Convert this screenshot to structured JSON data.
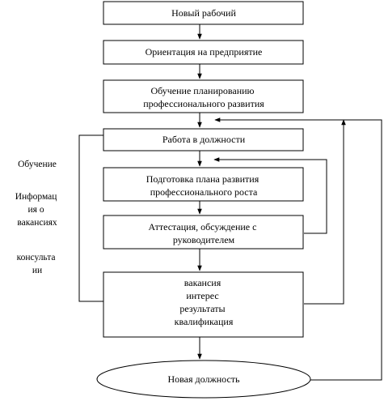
{
  "nodes": {
    "new_worker": [
      "Новый рабочий"
    ],
    "orientation": [
      "Ориентация на предприятие"
    ],
    "training_planning": [
      "Обучение планированию",
      "профессионального развития"
    ],
    "job_work": [
      "Работа в должности"
    ],
    "plan_preparation": [
      "Подготовка плана развития",
      "профессионального роста"
    ],
    "attestation": [
      "Аттестация, обсуждение с",
      "руководителем"
    ],
    "factors": [
      "вакансия",
      "интерес",
      "результаты",
      "квалификация"
    ],
    "new_position": [
      "Новая должность"
    ]
  },
  "side_labels": {
    "training": [
      "Обучение"
    ],
    "vacancy_info": [
      "Информац",
      "ия о",
      "вакансиях"
    ],
    "consulting": [
      "консульта",
      "ии"
    ]
  }
}
